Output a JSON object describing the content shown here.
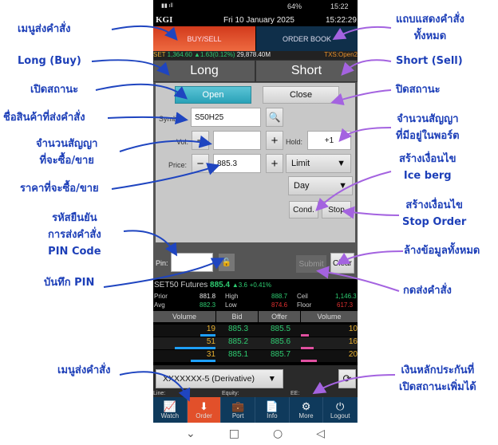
{
  "status": {
    "battery": "64%",
    "time": "15:22"
  },
  "header": {
    "logo": "KGI",
    "date": "Fri 10 January 2025",
    "clock": "15:22:29"
  },
  "tabs": {
    "buysell": "BUY/SELL",
    "orderbook": "ORDER BOOK"
  },
  "setbar": {
    "index": "SET",
    "value": "1,364.60",
    "change": "▲1.63(0.12%)",
    "volume": "29,878.40M",
    "txs": "TXS:Open2"
  },
  "side": {
    "long": "Long",
    "short": "Short"
  },
  "form": {
    "open": "Open",
    "close": "Close",
    "symbol_label": "Symbol:",
    "symbol": "S50H25",
    "vol_label": "Vol:",
    "vol": "",
    "hold_label": "Hold:",
    "hold": "+1",
    "price_label": "Price:",
    "price": "885.3",
    "order_type": "Limit",
    "validity": "Day",
    "cond": "Cond.",
    "stop": "Stop",
    "minus": "−",
    "plus": "+"
  },
  "pin": {
    "label": "Pin:",
    "value": "",
    "submit": "Submit",
    "clear": "Clear"
  },
  "futures": {
    "name": "SET50 Futures",
    "last": "885.4",
    "change": "▲3.6",
    "pct": "+0.41%",
    "prior_label": "Prior",
    "prior": "881.8",
    "high_label": "High",
    "high": "888.7",
    "ceil_label": "Ceil",
    "ceil": "1,146.3",
    "avg_label": "Avg",
    "avg": "882.3",
    "low_label": "Low",
    "low": "874.6",
    "floor_label": "Floor",
    "floor": "617.3",
    "headers": [
      "Volume",
      "Bid",
      "Offer",
      "Volume"
    ],
    "rows": [
      {
        "bidvol": "19",
        "bid": "885.3",
        "offer": "885.5",
        "offvol": "10",
        "bw": 0.19,
        "ow": 0.1
      },
      {
        "bidvol": "51",
        "bid": "885.2",
        "offer": "885.6",
        "offvol": "16",
        "bw": 0.51,
        "ow": 0.16
      },
      {
        "bidvol": "31",
        "bid": "885.1",
        "offer": "885.7",
        "offvol": "20",
        "bw": 0.31,
        "ow": 0.2
      }
    ]
  },
  "account": {
    "selected": "XXXXXXX-5 (Derivative)",
    "line_label": "Line:",
    "equity_label": "Equity:",
    "ee_label": "EE:"
  },
  "nav": [
    "Watch",
    "Order",
    "Port",
    "Info",
    "More",
    "Logout"
  ],
  "annotations": {
    "l1": "เมนูส่งคำสั่ง",
    "l2": "Long (Buy)",
    "l3": "เปิดสถานะ",
    "l4": "ชื่อสินค้าที่ส่งคำสั่ง",
    "l5a": "จำนวนสัญญา",
    "l5b": "ที่จะซื้อ/ขาย",
    "l6": "ราคาที่จะซื้อ/ขาย",
    "l7a": "รหัสยืนยัน",
    "l7b": "การส่งคำสั่ง",
    "l7c": "PIN Code",
    "l8": "บันทึก PIN",
    "l9": "เมนูส่งคำสั่ง",
    "r1a": "แถบแสดงคำสั่ง",
    "r1b": "ทั้งหมด",
    "r2": "Short (Sell)",
    "r3": "ปิดสถานะ",
    "r4a": "จำนวนสัญญา",
    "r4b": "ที่มีอยู่ในพอร์ต",
    "r5a": "สร้างเงื่อนไข",
    "r5b": "Ice berg",
    "r6a": "สร้างเงื่อนไข",
    "r6b": "Stop Order",
    "r7": "ล้างข้อมูลทั้งหมด",
    "r8": "กดส่งคำสั่ง",
    "r9a": "เงินหลักประกันที่",
    "r9b": "เปิดสถานะเพิ่มได้"
  },
  "colors": {
    "blue_arrow": "#1f45c0",
    "purple_arrow": "#a463e0",
    "up": "#2ecc71",
    "down": "#e03030",
    "accent": "#e2502a"
  }
}
